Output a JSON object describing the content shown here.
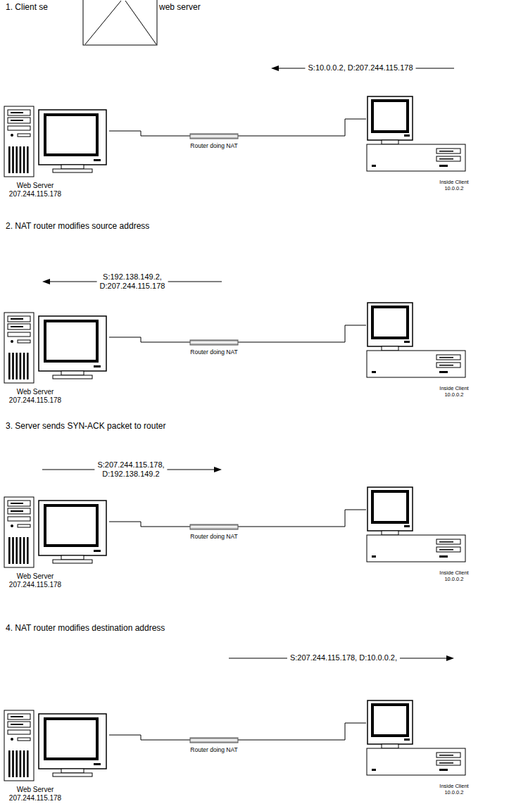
{
  "diagram": {
    "nodes": [
      {
        "text": [
          "Web Server",
          "207.244.115.178"
        ]
      },
      {
        "text": [
          "Router doing NAT"
        ]
      },
      {
        "text": [
          "Inside Client",
          "10.0.0.2"
        ]
      },
      {
        "text": [
          "Web Server",
          "207.244.115.178"
        ]
      },
      {
        "text": [
          "Router doing NAT"
        ]
      },
      {
        "text": [
          "Inside Client",
          "10.0.0.2"
        ]
      },
      {
        "text": [
          "Web Server",
          "207.244.115.178"
        ]
      },
      {
        "text": [
          "Router doing NAT"
        ]
      },
      {
        "text": [
          "Inside Client",
          "10.0.0.2"
        ]
      },
      {
        "text": [
          "Web Server",
          "207.244.115.178"
        ]
      },
      {
        "text": [
          "Router doing NAT"
        ]
      },
      {
        "text": [
          "Inside Client",
          "10.0.0.2"
        ]
      }
    ],
    "edges": [
      {
        "from": 0,
        "to": 1,
        "arrow": "none"
      },
      {
        "from": 1,
        "to": 2,
        "arrow": "none"
      },
      {
        "from": 3,
        "to": 4,
        "arrow": "none"
      },
      {
        "from": 4,
        "to": 5,
        "arrow": "none"
      },
      {
        "from": 6,
        "to": 7,
        "arrow": "none"
      },
      {
        "from": 7,
        "to": 8,
        "arrow": "none"
      },
      {
        "from": 9,
        "to": 10,
        "arrow": "none"
      },
      {
        "from": 10,
        "to": 11,
        "arrow": "none"
      }
    ],
    "labels": [
      "1. Client se",
      "web server",
      "S:10.0.0.2, D:207.244.115.178",
      "2. NAT router modifies source address",
      "S:192.138.149.2, D:207.244.115.178",
      "3. Server sends SYN-ACK packet to router",
      "S:207.244.115.178, D:192.138.149.2",
      "4. NAT router modifies destination address",
      "S:207.244.115.178, D:10.0.0.2,"
    ]
  }
}
